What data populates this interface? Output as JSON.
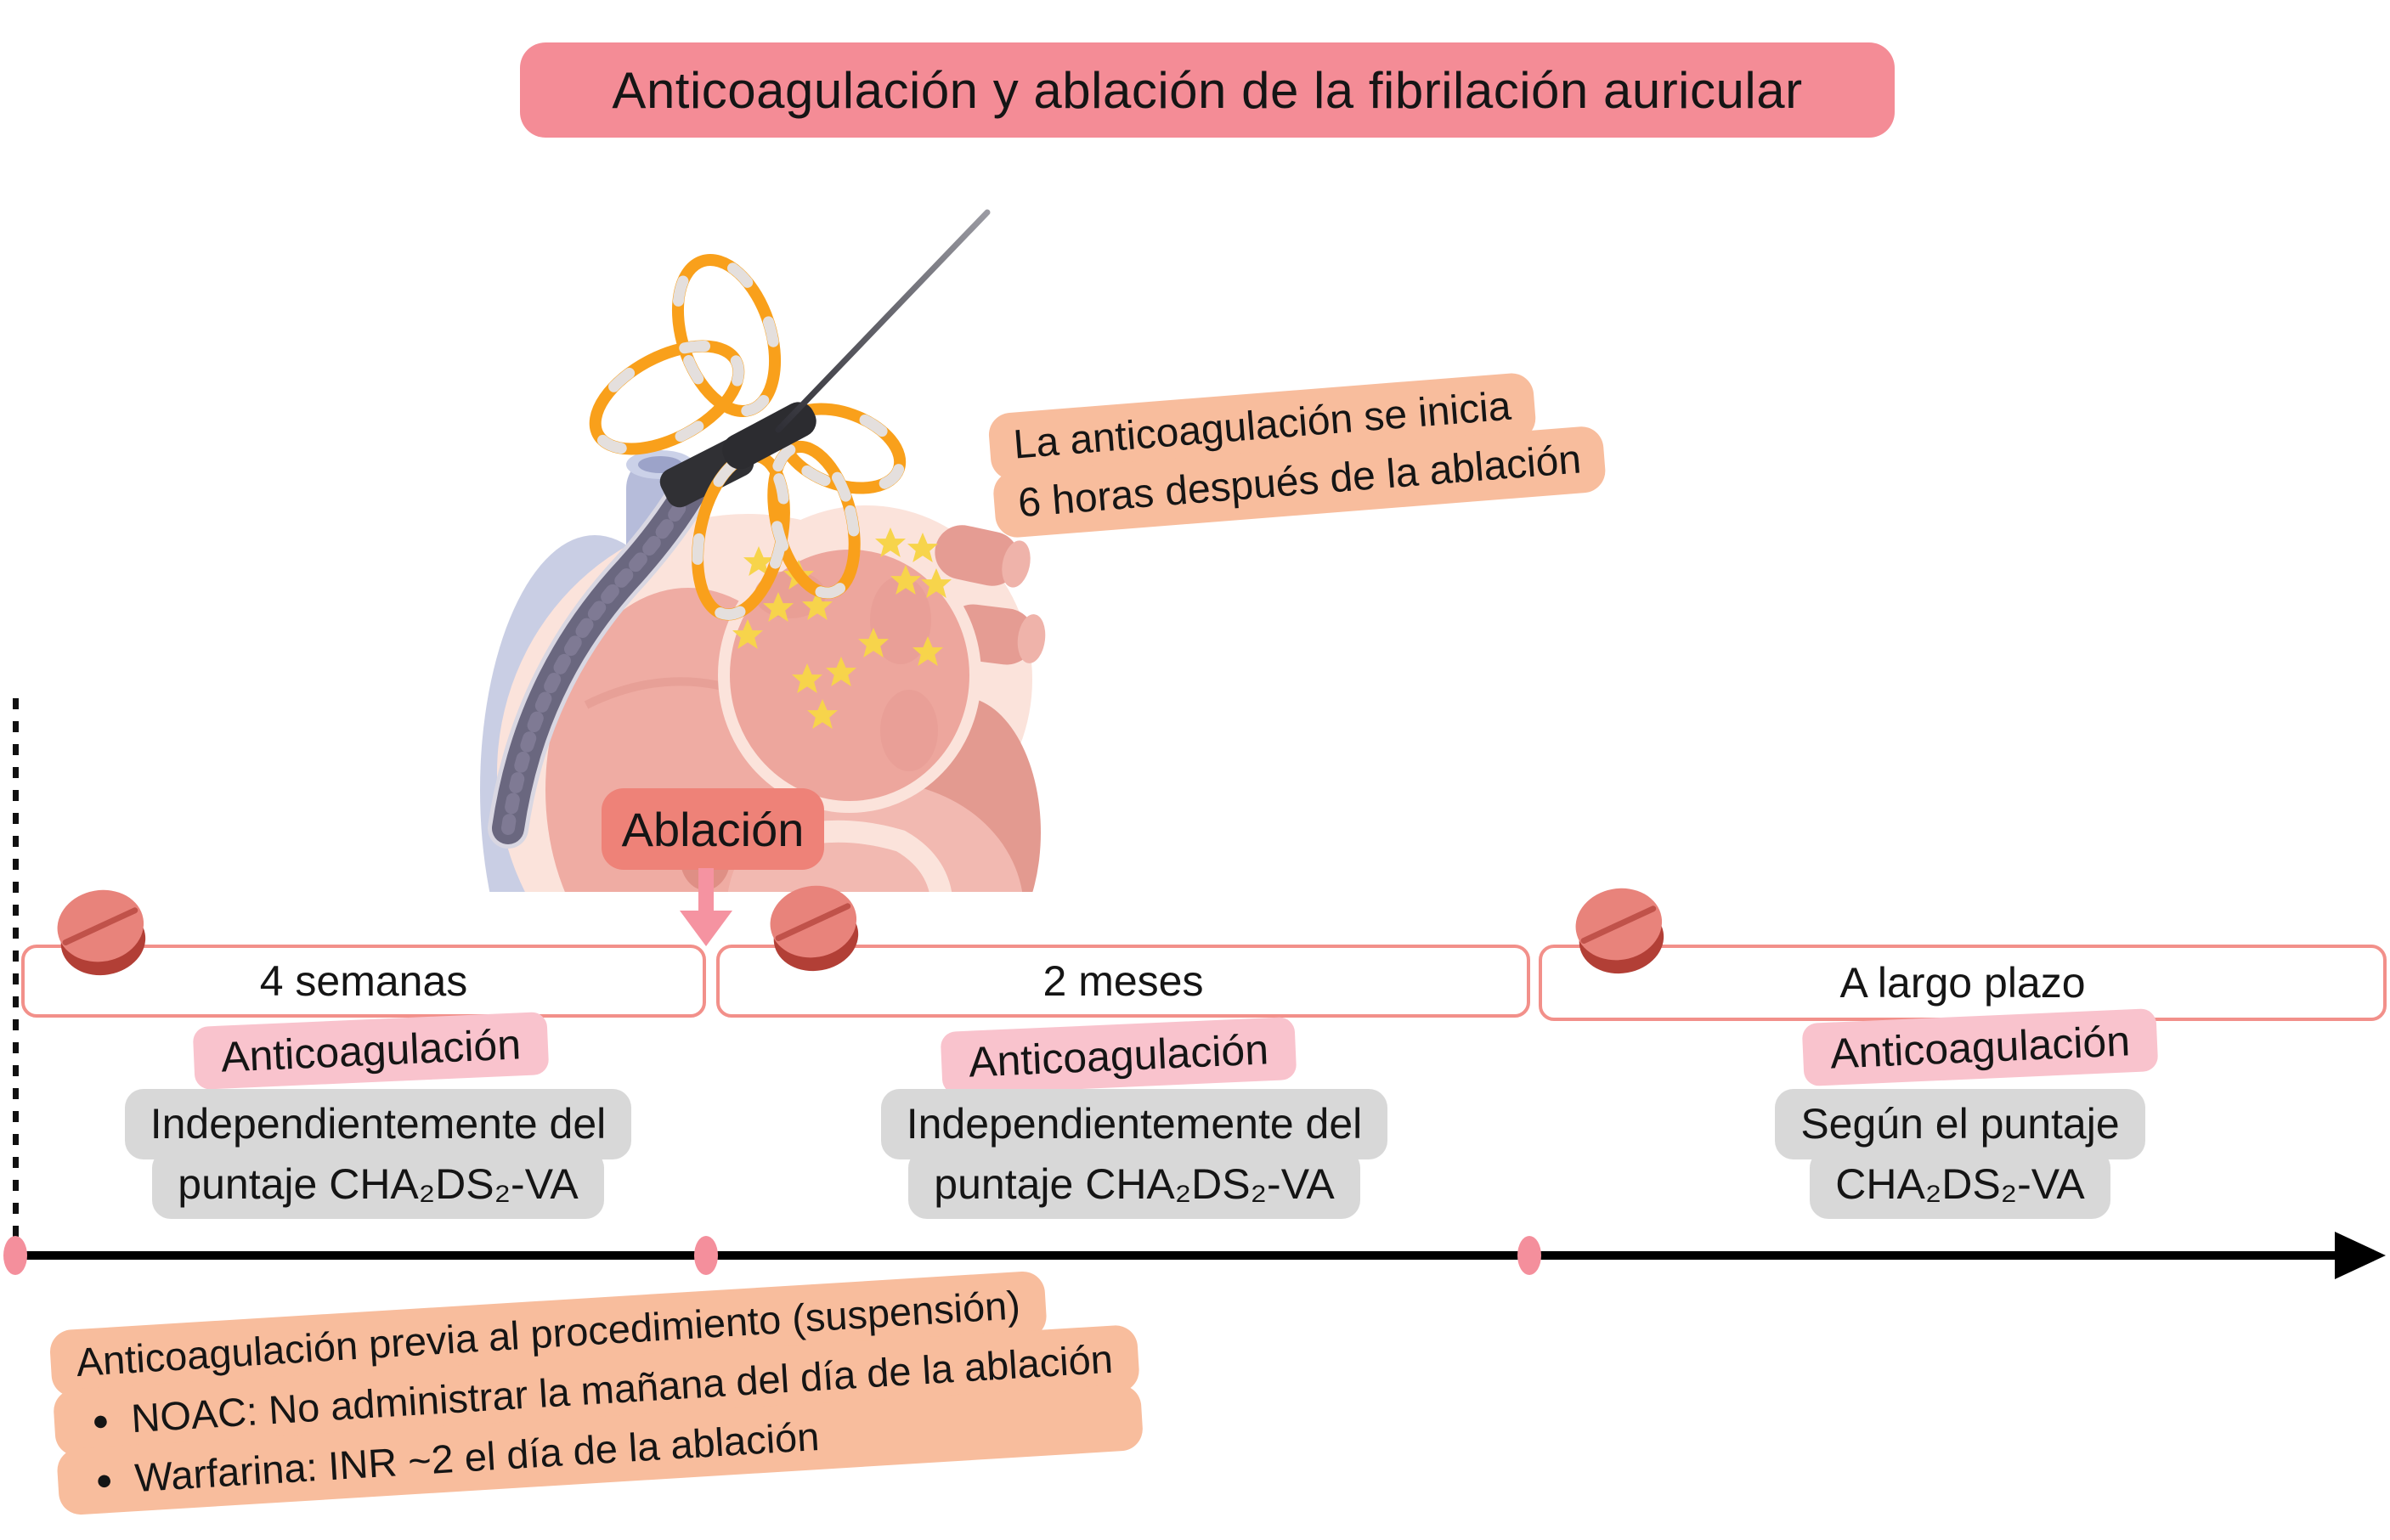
{
  "title": "Anticoagulación y ablación de la fibrilación auricular",
  "start_callout": {
    "line1": "La anticoagulación se inicia",
    "line2": "6 horas después de la ablación"
  },
  "ablation_label": "Ablación",
  "segments": [
    {
      "duration": "4 semanas",
      "label": "Anticoagulación",
      "note_line1": "Independientemente del",
      "note_line2": "puntaje CHA₂DS₂-VA"
    },
    {
      "duration": "2 meses",
      "label": "Anticoagulación",
      "note_line1": "Independientemente del",
      "note_line2": "puntaje CHA₂DS₂-VA"
    },
    {
      "duration": "A largo plazo",
      "label": "Anticoagulación",
      "note_line1": "Según el puntaje",
      "note_line2": "CHA₂DS₂-VA"
    }
  ],
  "pre_procedure": {
    "title": "Anticoagulación previa al procedimiento (suspensión)",
    "bullet_glyph": "●",
    "bullets": [
      "NOAC: No administrar la mañana del día de la ablación",
      "Warfarina: INR ~2 el día de la ablación"
    ]
  },
  "icons": {
    "pill": "pill-icon",
    "heart": "heart-ablation-illustration",
    "lasso_catheter": "lasso-catheter-icon",
    "timeline_arrow": "timeline-arrow"
  },
  "colors": {
    "title_banner": "#F48C96",
    "ablation_badge": "#EE8278",
    "peach_callout": "#F8BD9D",
    "pink_highlight": "#F9C3CD",
    "gray_note": "#D8D8D8",
    "segment_border": "#F2908A",
    "timeline": "#000000",
    "timeline_dot": "#F48F9C",
    "pill_top": "#E8837B",
    "pill_bottom": "#B23F36",
    "arrow_pink": "#F593A1",
    "star": "#F7D44B",
    "catheter_orange": "#F9A01B",
    "catheter_shaft": "#6A677F"
  }
}
